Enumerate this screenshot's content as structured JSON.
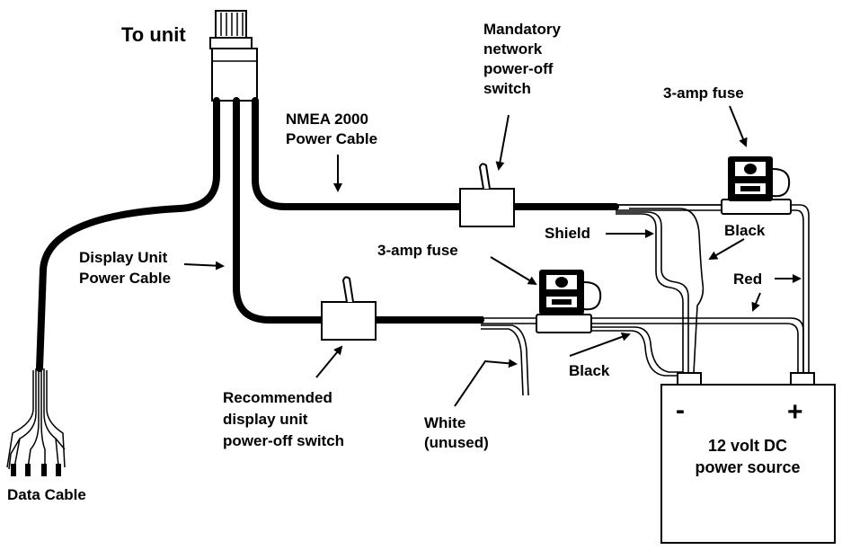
{
  "labels": {
    "to_unit": "To unit",
    "mandatory_switch": [
      "Mandatory",
      "network",
      "power-off",
      "switch"
    ],
    "nmea_cable": [
      "NMEA 2000",
      "Power Cable"
    ],
    "fuse_top": "3-amp fuse",
    "shield": "Shield",
    "black_top": "Black",
    "display_cable": [
      "Display Unit",
      "Power Cable"
    ],
    "fuse_bottom": "3-amp fuse",
    "red": "Red",
    "black_bottom": "Black",
    "recommended_switch": [
      "Recommended",
      "display unit",
      "power-off switch"
    ],
    "white_unused": [
      "White",
      "(unused)"
    ],
    "data_cable": "Data Cable",
    "battery_minus": "-",
    "battery_plus": "+",
    "battery": [
      "12 volt DC",
      "power source"
    ]
  }
}
